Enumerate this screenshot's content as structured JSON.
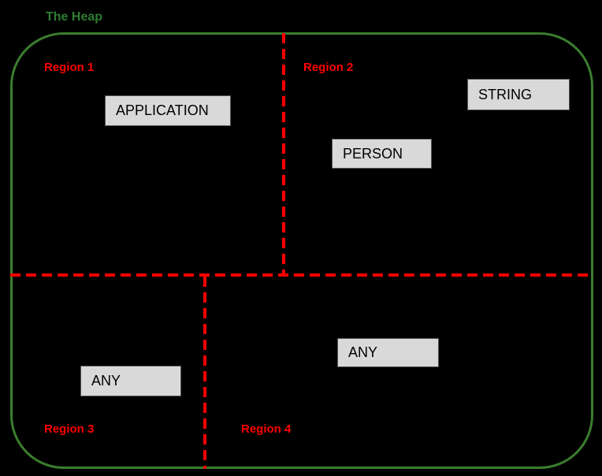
{
  "diagram": {
    "title": "The Heap",
    "colors": {
      "background": "#000000",
      "border_green": "#3b7d2f",
      "title_green": "#2e7d32",
      "region_red": "#ff0000",
      "node_fill": "#d9d9d9",
      "node_border": "#545454",
      "node_text": "#000000"
    },
    "regions": [
      {
        "label": "Region 1"
      },
      {
        "label": "Region 2"
      },
      {
        "label": "Region 3"
      },
      {
        "label": "Region 4"
      }
    ],
    "nodes": [
      {
        "label": "APPLICATION",
        "region": "Region 1"
      },
      {
        "label": "STRING",
        "region": "Region 2"
      },
      {
        "label": "PERSON",
        "region": "Region 2"
      },
      {
        "label": "ANY",
        "region": "Region 3"
      },
      {
        "label": "ANY",
        "region": "Region 4"
      }
    ]
  }
}
